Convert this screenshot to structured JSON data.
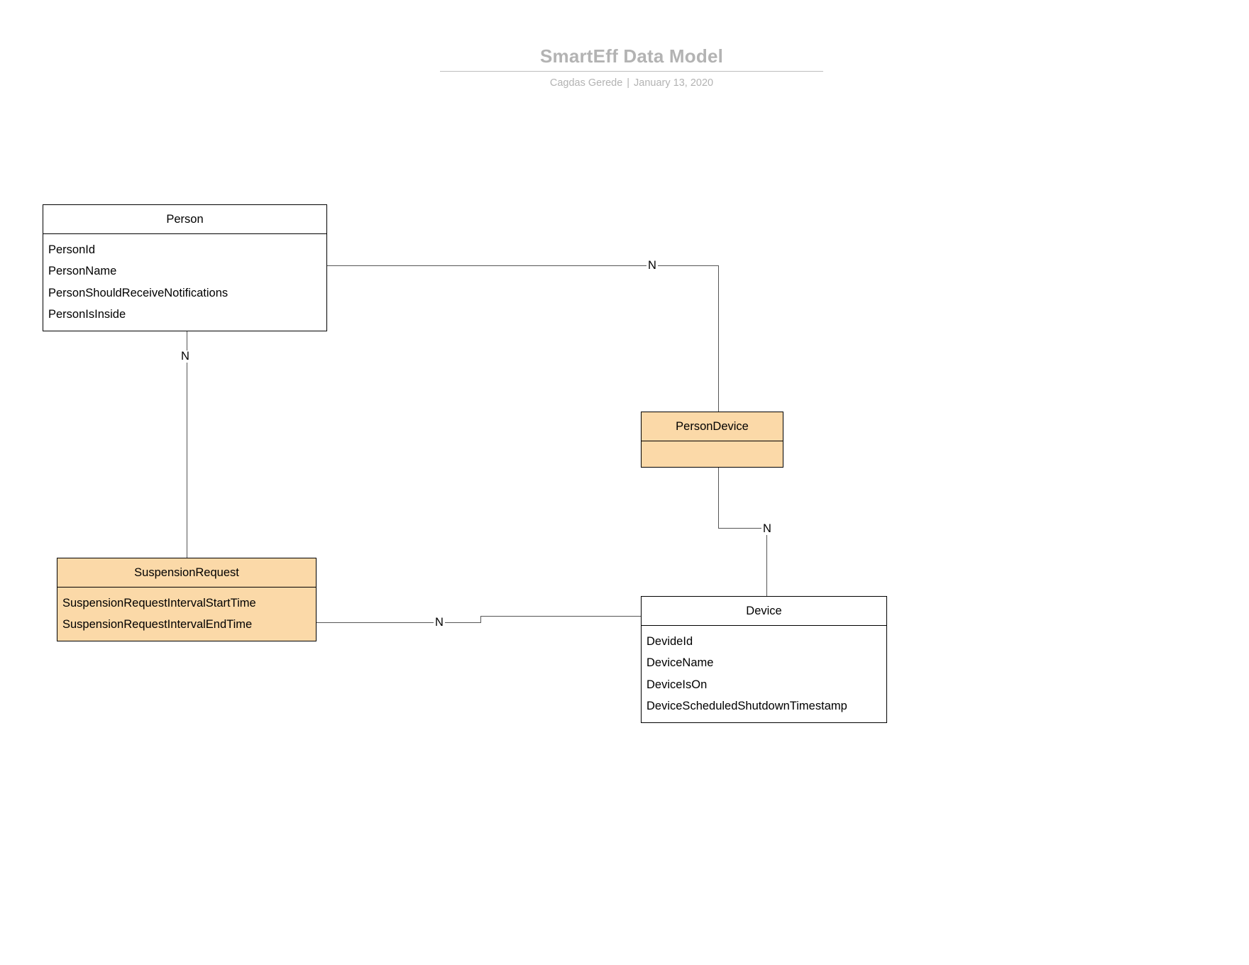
{
  "document": {
    "title": "SmartEff Data Model",
    "author": "Cagdas Gerede",
    "separator": "|",
    "date": "January 13, 2020"
  },
  "colors": {
    "accent_fill": "#fbd9a8",
    "plain_fill": "#ffffff",
    "border": "#000000",
    "title_text": "#b3b3b3",
    "connector": "#555555"
  },
  "entities": [
    {
      "id": "person",
      "name": "Person",
      "fill": "plain",
      "attributes": [
        "PersonId",
        "PersonName",
        "PersonShouldReceiveNotifications",
        "PersonIsInside"
      ]
    },
    {
      "id": "persondevice",
      "name": "PersonDevice",
      "fill": "accent",
      "attributes": []
    },
    {
      "id": "suspensionrequest",
      "name": "SuspensionRequest",
      "fill": "accent",
      "attributes": [
        "SuspensionRequestIntervalStartTime",
        "SuspensionRequestIntervalEndTime"
      ]
    },
    {
      "id": "device",
      "name": "Device",
      "fill": "plain",
      "attributes": [
        "DevideId",
        "DeviceName",
        "DeviceIsOn",
        "DeviceScheduledShutdownTimestamp"
      ]
    }
  ],
  "relationships": [
    {
      "id": "person-persondevice",
      "from": "Person",
      "to": "PersonDevice",
      "cardinality": "N"
    },
    {
      "id": "person-suspensionrequest",
      "from": "Person",
      "to": "SuspensionRequest",
      "cardinality": "N"
    },
    {
      "id": "persondevice-device",
      "from": "PersonDevice",
      "to": "Device",
      "cardinality": "N"
    },
    {
      "id": "suspensionrequest-device",
      "from": "SuspensionRequest",
      "to": "Device",
      "cardinality": "N"
    }
  ]
}
